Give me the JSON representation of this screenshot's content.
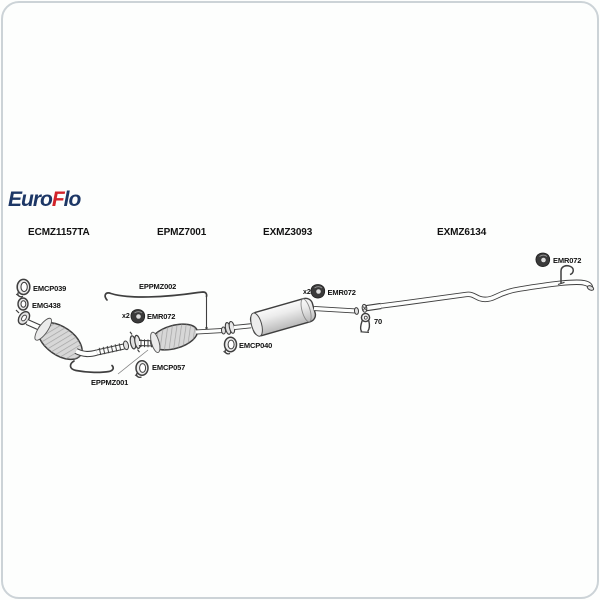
{
  "colors": {
    "navy": "#1d3766",
    "red": "#d2232a",
    "line": "#3f3f3f",
    "label": "#121212",
    "pagebg": "#fdfefd",
    "border": "#ccd3d7"
  },
  "logo": {
    "euro": "Euro",
    "f": "F",
    "lo": "lo"
  },
  "sections": [
    {
      "code": "ECMZ1157TA",
      "part": "front-catalytic-converter"
    },
    {
      "code": "EPMZ7001",
      "part": "rear-catalytic-converter"
    },
    {
      "code": "EXMZ3093",
      "part": "centre-silencer"
    },
    {
      "code": "EXMZ6134",
      "part": "tail-pipe"
    }
  ],
  "callouts": {
    "emcp039": {
      "label": "EMCP039",
      "icon": "pipe-clamp"
    },
    "emg438": {
      "label": "EMG438",
      "icon": "gasket-ring"
    },
    "eppmz002": {
      "label": "EPPMZ002",
      "icon": "mounting-bracket"
    },
    "emr072_mid": {
      "qty": "x2",
      "label": "EMR072",
      "icon": "rubber-mount"
    },
    "eppmz001": {
      "label": "EPPMZ001",
      "icon": "mounting-bracket"
    },
    "emcp057": {
      "label": "EMCP057",
      "icon": "pipe-clamp"
    },
    "emcp040": {
      "label": "EMCP040",
      "icon": "pipe-clamp"
    },
    "emr072_silencer": {
      "qty": "x2",
      "label": "EMR072",
      "icon": "rubber-mount"
    },
    "hanger70": {
      "label": "70",
      "icon": "exhaust-hanger"
    },
    "emr072_tail": {
      "label": "EMR072",
      "icon": "rubber-mount"
    }
  }
}
